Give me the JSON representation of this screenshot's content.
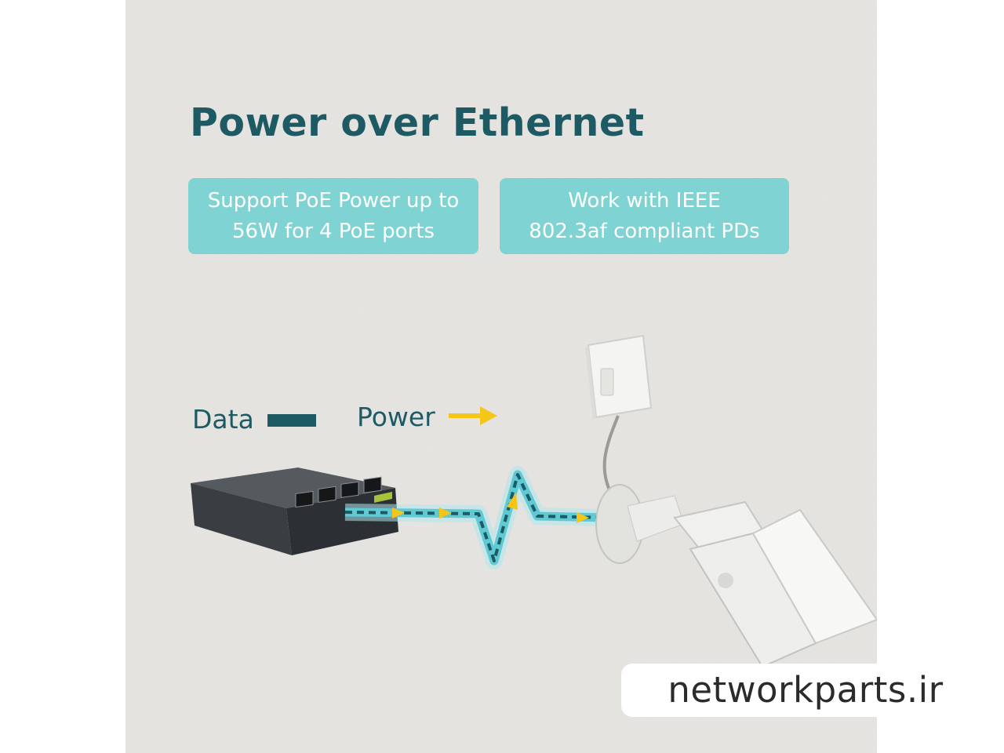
{
  "title": "Power over Ethernet",
  "features": [
    {
      "line1": "Support PoE Power up to",
      "line2": "56W for 4 PoE ports"
    },
    {
      "line1": "Work with IEEE",
      "line2": "802.3af compliant PDs"
    }
  ],
  "legend": {
    "data_label": "Data",
    "power_label": "Power"
  },
  "colors": {
    "title": "#1d5a63",
    "box": "#7fd3d3",
    "data_line": "#1d5a63",
    "power_arrow": "#f5c518",
    "cable": "#5fc9d4"
  },
  "watermark": "networkparts.ir"
}
